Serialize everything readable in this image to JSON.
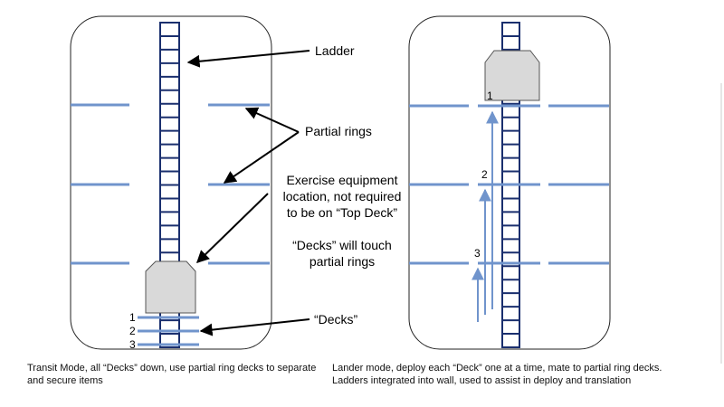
{
  "left_panel": {
    "labels": {
      "ladder": "Ladder",
      "partial_rings": "Partial rings",
      "exercise_line1": "Exercise equipment",
      "exercise_line2": "location, not required",
      "exercise_line3": "to be on “Top Deck”",
      "decks_touch_line1": "“Decks” will touch",
      "decks_touch_line2": "partial rings",
      "decks": "“Decks”"
    },
    "deck_numbers": [
      "1",
      "2",
      "3"
    ],
    "caption": "Transit Mode, all “Decks” down, use partial ring decks to separate and secure items"
  },
  "right_panel": {
    "deck_numbers": [
      "1",
      "2",
      "3"
    ],
    "caption": "Lander mode, deploy each “Deck” one at a time, mate to partial ring decks. Ladders integrated into wall, used to assist in deploy and translation"
  },
  "colors": {
    "ring": "#7094cc",
    "ladder": "#1a2f6e",
    "module_fill": "#d9d9d9",
    "outline": "#222222"
  }
}
